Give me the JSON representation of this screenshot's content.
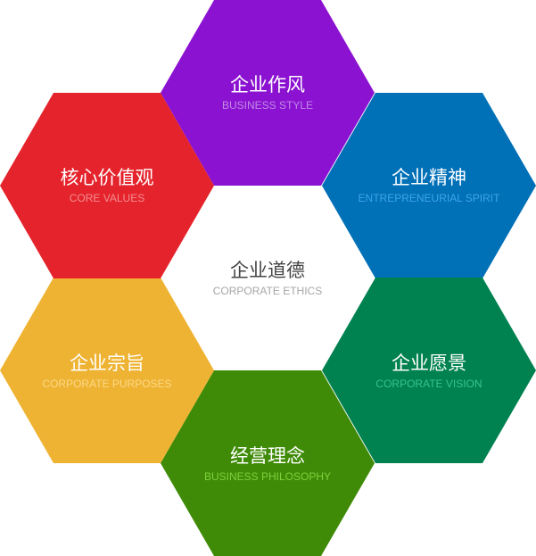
{
  "diagram": {
    "center": {
      "cn": "企业道德",
      "en": "CORPORATE ETHICS",
      "text_color": "#444444",
      "sub_color": "#a6a6a6"
    },
    "hexagons": [
      {
        "id": "top",
        "cn": "企业作风",
        "en": "BUSINESS STYLE",
        "fill": "#8b12d1",
        "text_color": "#ffffff",
        "sub_color": "#c08ae6"
      },
      {
        "id": "upper-right",
        "cn": "企业精神",
        "en": "ENTREPRENEURIAL SPIRIT",
        "fill": "#0070b7",
        "text_color": "#ffffff",
        "sub_color": "#3ea6ea"
      },
      {
        "id": "lower-right",
        "cn": "企业愿景",
        "en": "CORPORATE VISION",
        "fill": "#008250",
        "text_color": "#ffffff",
        "sub_color": "#35c48a"
      },
      {
        "id": "bottom",
        "cn": "经营理念",
        "en": "BUSINESS PHILOSOPHY",
        "fill": "#3f8b07",
        "text_color": "#ffffff",
        "sub_color": "#7ed13b"
      },
      {
        "id": "lower-left",
        "cn": "企业宗旨",
        "en": "CORPORATE PURPOSES",
        "fill": "#efb333",
        "text_color": "#ffffff",
        "sub_color": "#fbd886"
      },
      {
        "id": "upper-left",
        "cn": "核心价值观",
        "en": "CORE VALUES",
        "fill": "#e5232c",
        "text_color": "#ffffff",
        "sub_color": "#f48d90"
      }
    ]
  }
}
